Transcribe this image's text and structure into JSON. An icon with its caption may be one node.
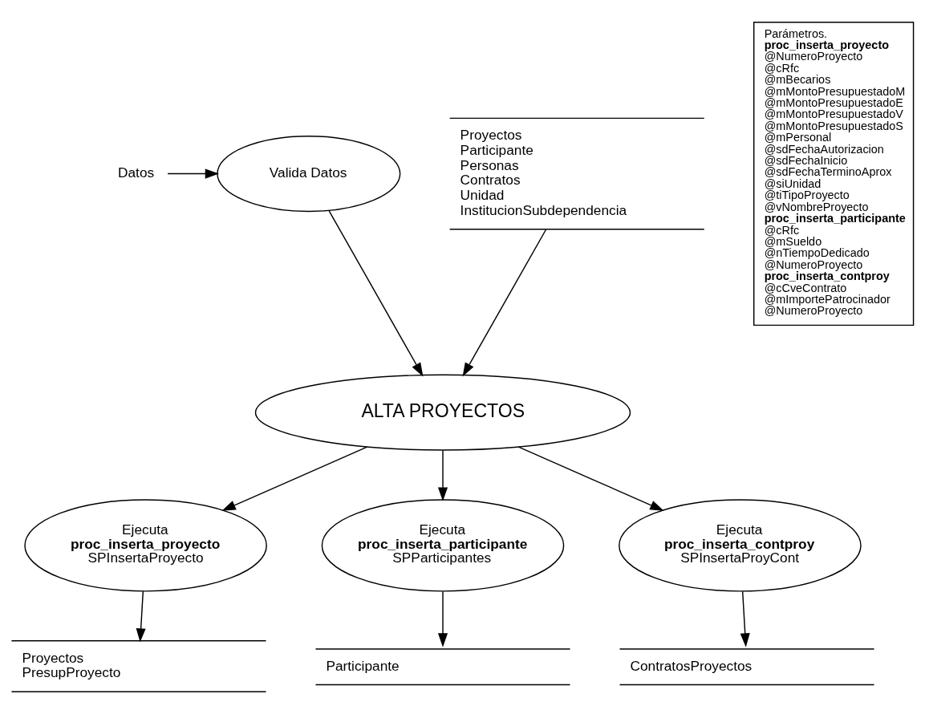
{
  "diagram": {
    "nodes": [
      {
        "text": [
          "Datos"
        ]
      },
      {
        "text": [
          "Valida Datos"
        ]
      },
      {
        "text": [
          "Proyectos",
          "Participante",
          "Personas",
          "Contratos",
          "Unidad",
          "InstitucionSubdependencia"
        ]
      },
      {
        "text": [
          "ALTA PROYECTOS"
        ]
      },
      {
        "text": [
          "Ejecuta",
          "proc_inserta_proyecto",
          "SPInsertaProyecto"
        ]
      },
      {
        "text": [
          "Ejecuta",
          "proc_inserta_participante",
          "SPParticipantes"
        ]
      },
      {
        "text": [
          "Ejecuta",
          "proc_inserta_contproy",
          "SPInsertaProyCont"
        ]
      },
      {
        "text": [
          "Proyectos",
          "PresupProyecto"
        ]
      },
      {
        "text": [
          "Participante"
        ]
      },
      {
        "text": [
          "ContratosProyectos"
        ]
      },
      {
        "text": [
          "Parámetros.",
          "proc_inserta_proyecto",
          "@NumeroProyecto",
          "@cRfc",
          "@mBecarios",
          "@mMontoPresupuestadoM",
          "@mMontoPresupuestadoE",
          "@mMontoPresupuestadoV",
          "@mMontoPresupuestadoS",
          "@mPersonal",
          "@sdFechaAutorizacion",
          "@sdFechaInicio",
          "@sdFechaTerminoAprox",
          "@siUnidad",
          "@tiTipoProyecto",
          "@vNombreProyecto",
          "proc_inserta_participante",
          "@cRfc",
          "@mSueldo",
          "@nTiempoDedicado",
          "@NumeroProyecto",
          "proc_inserta_contproy",
          "@cCveContrato",
          "@mImportePatrocinador",
          "@NumeroProyecto"
        ]
      }
    ],
    "edges": [
      {
        "from": 0,
        "to": 1,
        "arrow": "to"
      },
      {
        "from": 1,
        "to": 3,
        "arrow": "to"
      },
      {
        "from": 2,
        "to": 3,
        "arrow": "to"
      },
      {
        "from": 3,
        "to": 4,
        "arrow": "to"
      },
      {
        "from": 3,
        "to": 5,
        "arrow": "to"
      },
      {
        "from": 3,
        "to": 6,
        "arrow": "to"
      },
      {
        "from": 4,
        "to": 7,
        "arrow": "to"
      },
      {
        "from": 5,
        "to": 8,
        "arrow": "to"
      },
      {
        "from": 6,
        "to": 9,
        "arrow": "to"
      }
    ]
  }
}
